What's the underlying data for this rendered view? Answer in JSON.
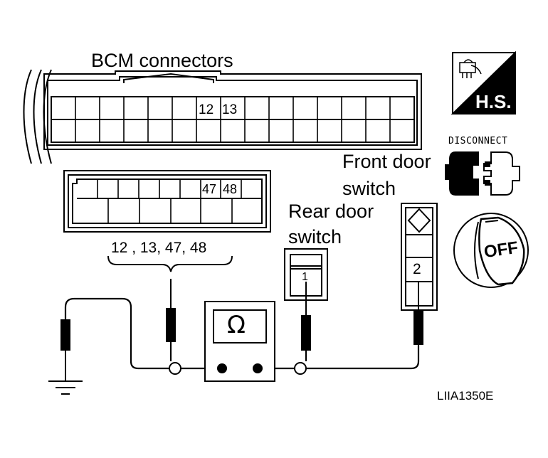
{
  "labels": {
    "bcm_connectors": "BCM connectors",
    "front_door_switch_line1": "Front door",
    "front_door_switch_line2": "switch",
    "rear_door_switch_line1": "Rear door",
    "rear_door_switch_line2": "switch",
    "terminal_list": "12 , 13, 47, 48",
    "figure_code": "LIIA1350E"
  },
  "bcm_connector_1": {
    "pins": [
      "12",
      "13"
    ]
  },
  "bcm_connector_2": {
    "pins": [
      "47",
      "48"
    ]
  },
  "rear_switch": {
    "terminal": "1"
  },
  "front_switch": {
    "terminal": "2"
  },
  "meter": {
    "symbol": "Ω"
  },
  "icons": {
    "hs_text": "H.S.",
    "disconnect_text": "DISCONNECT",
    "ignition_text": "OFF"
  }
}
